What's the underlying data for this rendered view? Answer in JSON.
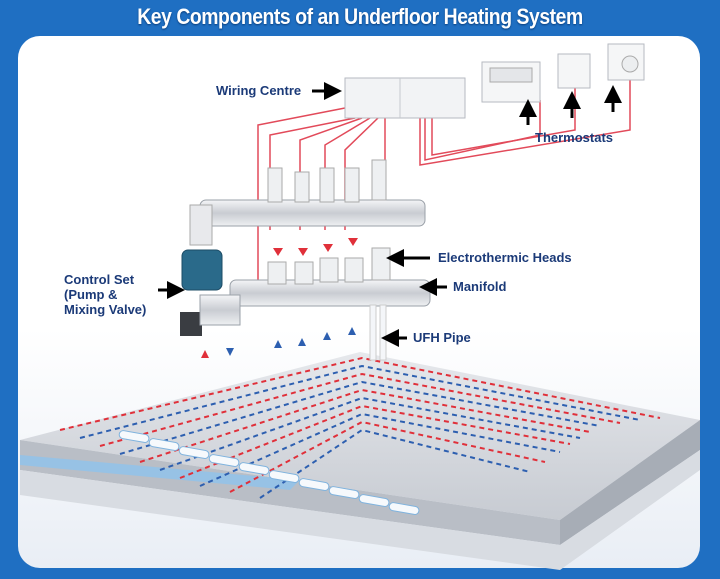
{
  "title": "Key Components of an Underfloor Heating System",
  "labels": {
    "wiring_centre": "Wiring Centre",
    "thermostats": "Thermostats",
    "electrothermic_heads": "Electrothermic Heads",
    "manifold": "Manifold",
    "ufh_pipe": "UFH Pipe",
    "control_set_line1": "Control Set",
    "control_set_line2": "(Pump &",
    "control_set_line3": "Mixing Valve)"
  },
  "colors": {
    "background": "#1f6fc2",
    "label": "#1b3a78",
    "flow_red": "#e0303a",
    "return_blue": "#2d5fb0"
  }
}
